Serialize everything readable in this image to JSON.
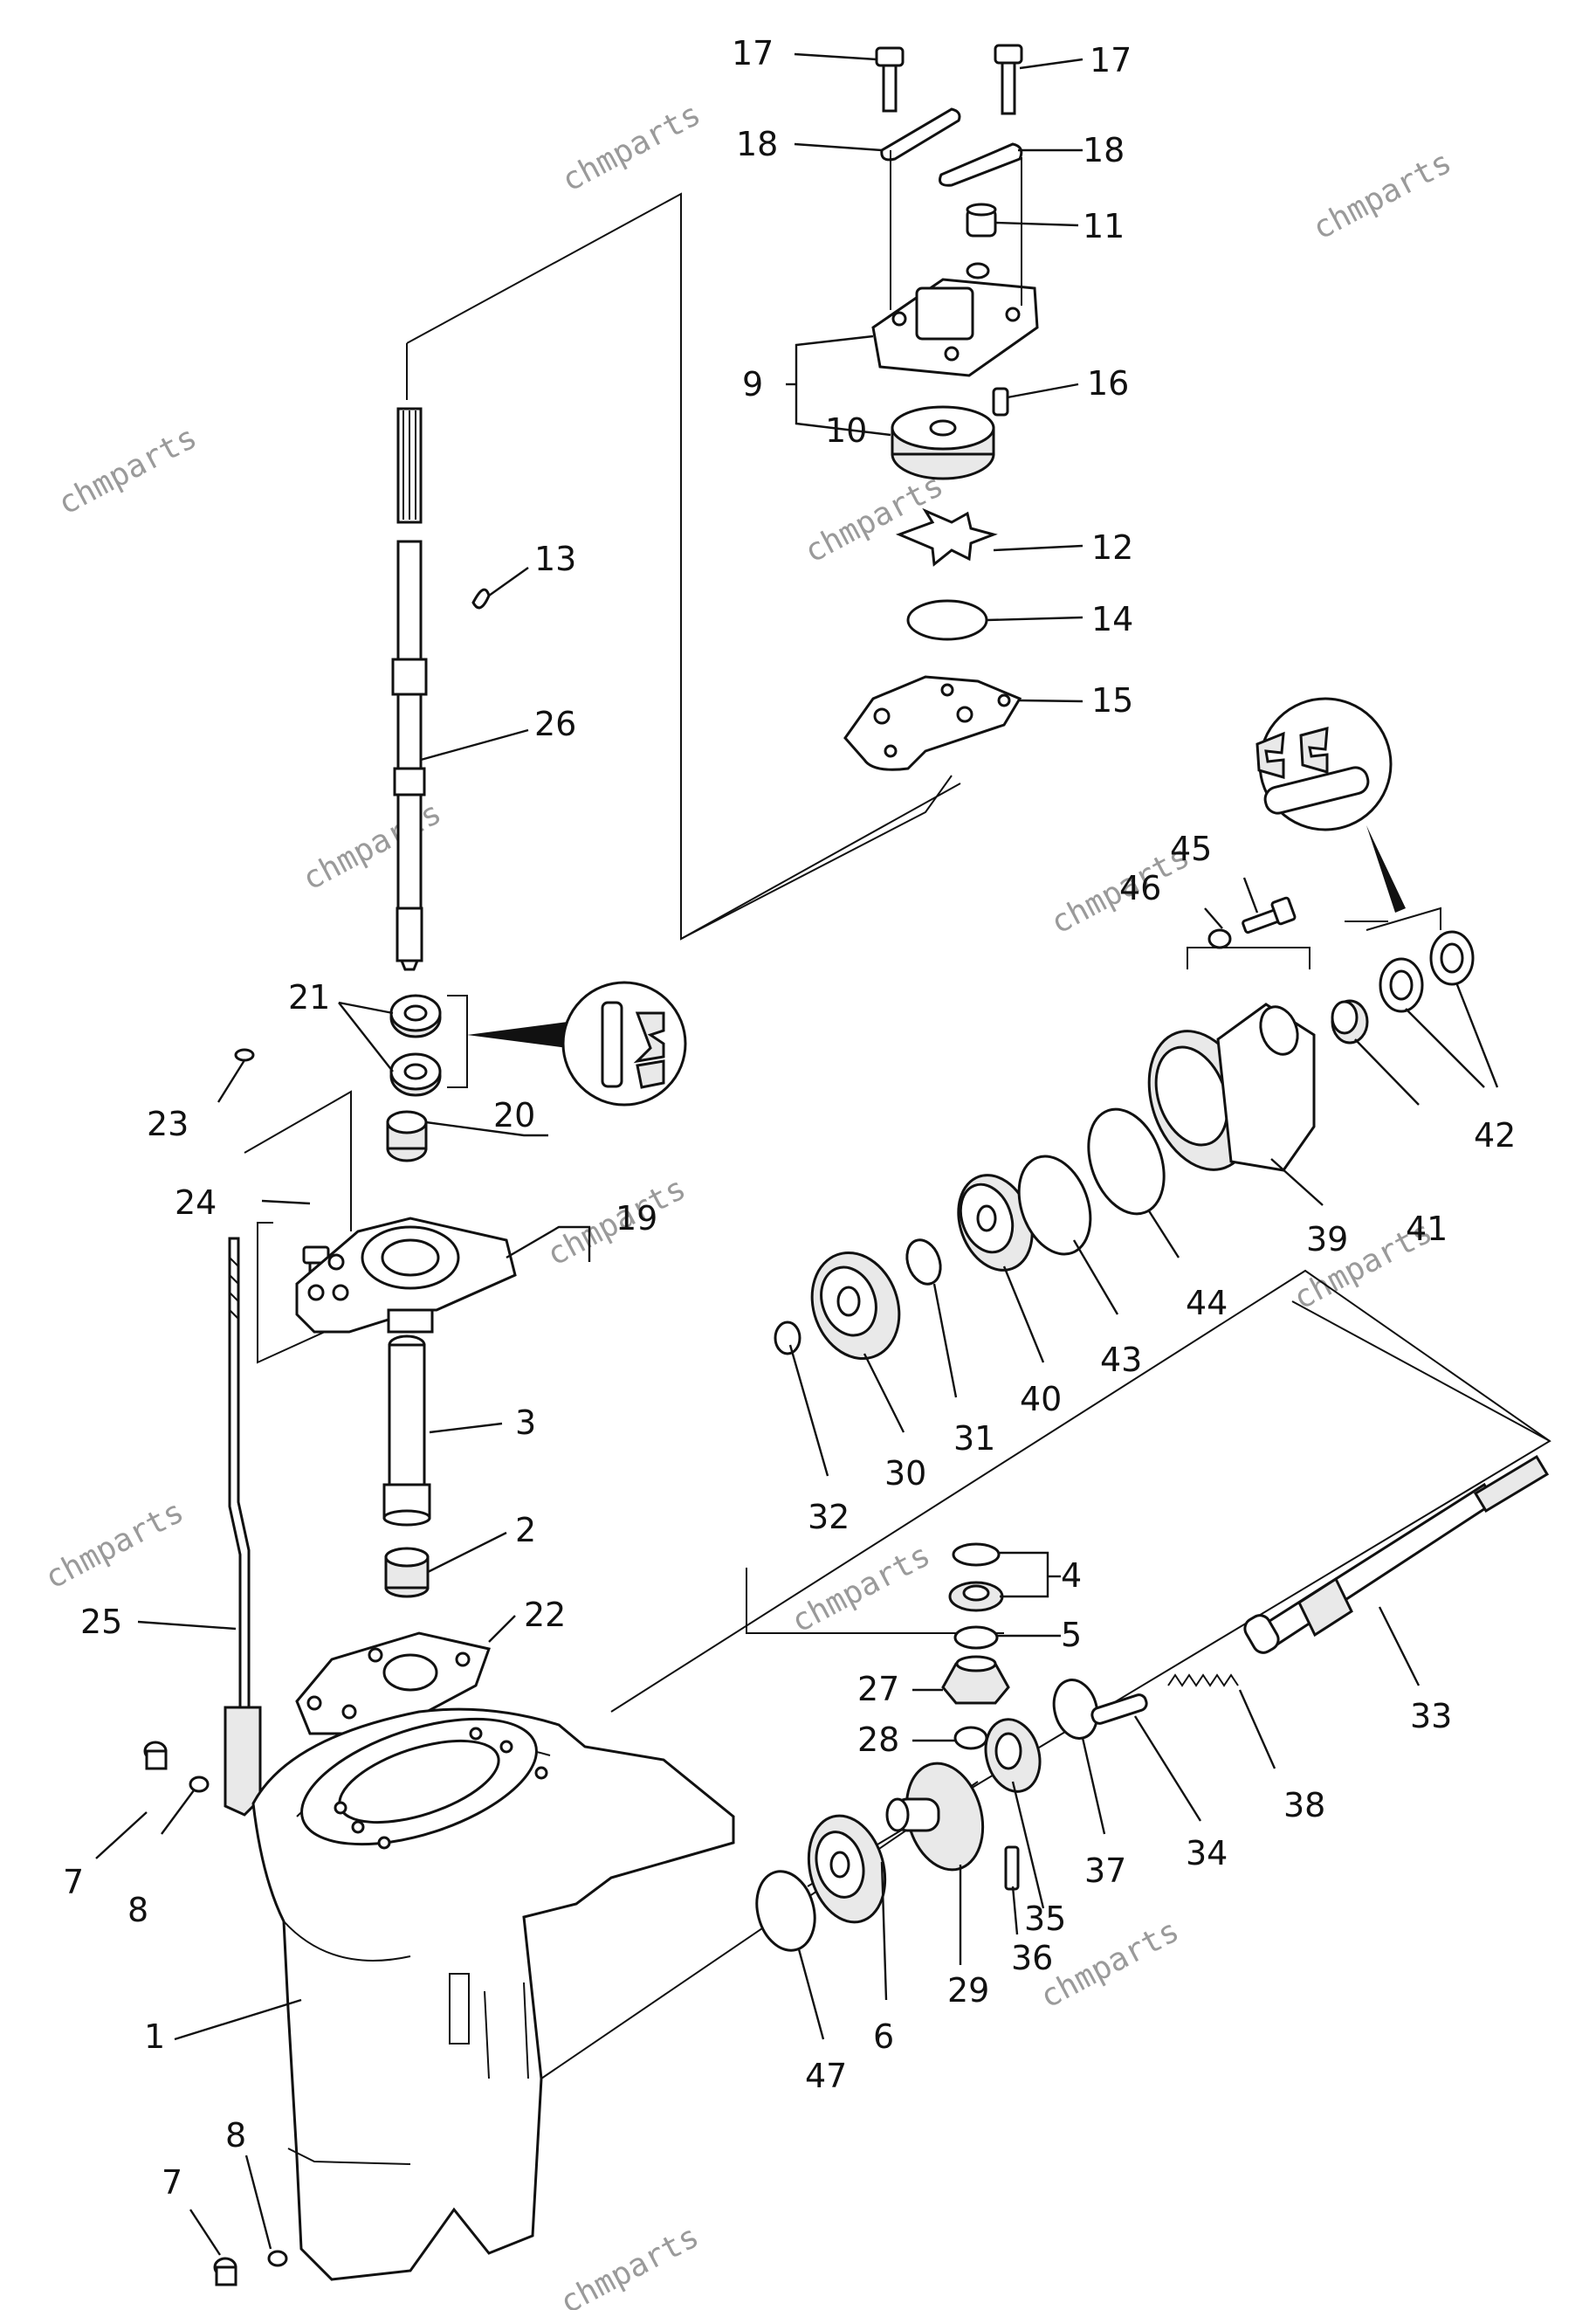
{
  "watermark": "chmparts",
  "callouts": {
    "c1": "1",
    "c2": "2",
    "c3": "3",
    "c4": "4",
    "c5": "5",
    "c6": "6",
    "c7a": "7",
    "c7b": "7",
    "c8a": "8",
    "c8b": "8",
    "c9": "9",
    "c10": "10",
    "c11": "11",
    "c12": "12",
    "c13": "13",
    "c14": "14",
    "c15": "15",
    "c16": "16",
    "c17a": "17",
    "c17b": "17",
    "c18a": "18",
    "c18b": "18",
    "c19": "19",
    "c20": "20",
    "c21": "21",
    "c22": "22",
    "c23": "23",
    "c24": "24",
    "c25": "25",
    "c26": "26",
    "c27": "27",
    "c28": "28",
    "c29": "29",
    "c30": "30",
    "c31": "31",
    "c32": "32",
    "c33": "33",
    "c34": "34",
    "c35": "35",
    "c36": "36",
    "c37": "37",
    "c38": "38",
    "c39": "39",
    "c40": "40",
    "c41": "41",
    "c42": "42",
    "c43": "43",
    "c44": "44",
    "c45": "45",
    "c46": "46",
    "c47": "47"
  }
}
